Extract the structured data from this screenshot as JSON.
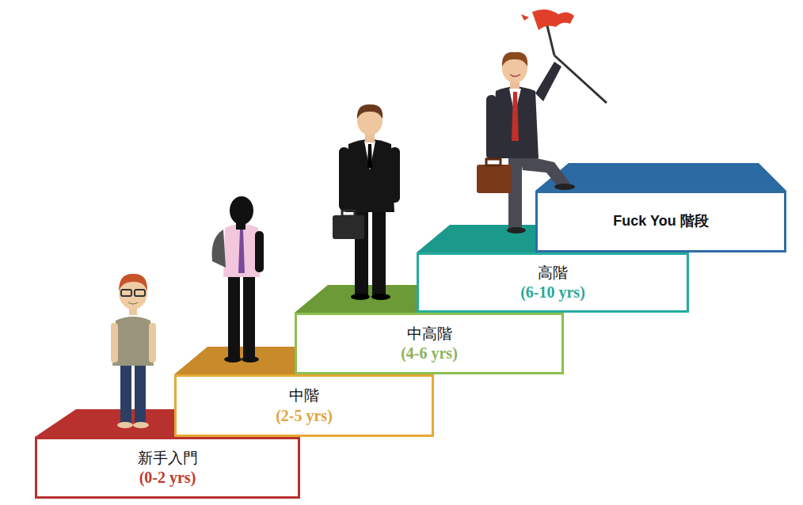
{
  "diagram": {
    "nodes": [
      {
        "text": [
          "新手入門",
          "(0-2 yrs)"
        ]
      },
      {
        "text": [
          "中階",
          "(2-5 yrs)"
        ]
      },
      {
        "text": [
          "中高階",
          "(4-6 yrs)"
        ]
      },
      {
        "text": [
          "高階",
          "(6-10 yrs)"
        ]
      },
      {
        "text": [
          "Fuck You 階段"
        ]
      }
    ]
  }
}
